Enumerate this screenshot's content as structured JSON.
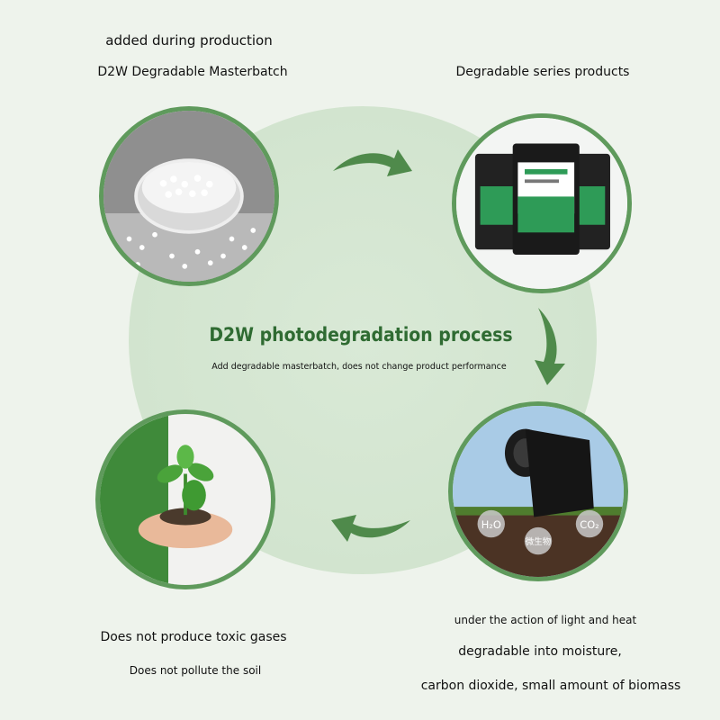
{
  "top_left": {
    "line1": "added during production",
    "line2": "D2W Degradable Masterbatch"
  },
  "top_right": {
    "line1": "Degradable series products"
  },
  "center": {
    "title": "D2W photodegradation process",
    "subtitle": "Add degradable masterbatch, does not change product performance"
  },
  "bottom_left": {
    "line1": "Does not produce toxic gases",
    "line2": "Does not pollute the soil"
  },
  "bottom_right": {
    "line1": "under the action of light and heat",
    "line2": "degradable into moisture,",
    "line3": "carbon dioxide, small amount of biomass"
  },
  "photo_labels": {
    "h2o": "H₂O",
    "microbe": "微生物",
    "co2": "CO₂"
  },
  "colors": {
    "accent_green": "#2f6b32",
    "ring_green": "#5f9a5c",
    "arrow_green": "#4f8a4b",
    "circle_fill": "#d3e5d0"
  }
}
